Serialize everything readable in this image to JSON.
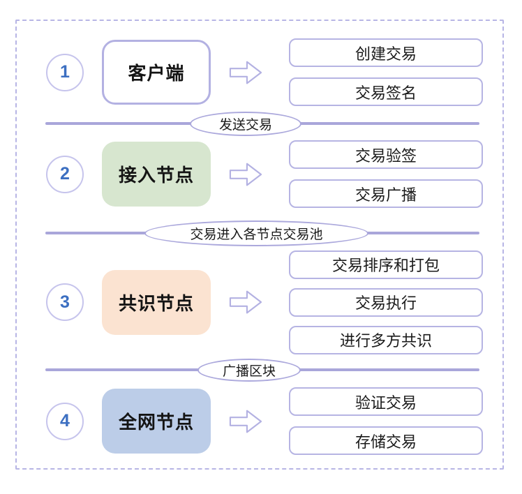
{
  "diagram": {
    "type": "flowchart",
    "language": "zh-CN",
    "steps": [
      {
        "number": "1",
        "node_label": "客户端",
        "node_style": "white",
        "actions": [
          "创建交易",
          "交易签名"
        ]
      },
      {
        "number": "2",
        "node_label": "接入节点",
        "node_style": "green",
        "actions": [
          "交易验签",
          "交易广播"
        ]
      },
      {
        "number": "3",
        "node_label": "共识节点",
        "node_style": "orange",
        "actions": [
          "交易排序和打包",
          "交易执行",
          "进行多方共识"
        ]
      },
      {
        "number": "4",
        "node_label": "全网节点",
        "node_style": "blue",
        "actions": [
          "验证交易",
          "存储交易"
        ]
      }
    ],
    "dividers": [
      {
        "label": "发送交易"
      },
      {
        "label": "交易进入各节点交易池"
      },
      {
        "label": "广播区块"
      }
    ],
    "colors": {
      "lavender_border": "#b3b1e2",
      "divider_line": "#a9a6da",
      "dashed_frame": "#b7b5e5",
      "node_green": "#d7e6cf",
      "node_orange": "#fbe3d1",
      "node_blue": "#bccde8",
      "step_number_blue": "#3c6fc1",
      "text": "#1a1a1a"
    },
    "icons": {
      "arrow": "arrow-right-icon"
    }
  }
}
